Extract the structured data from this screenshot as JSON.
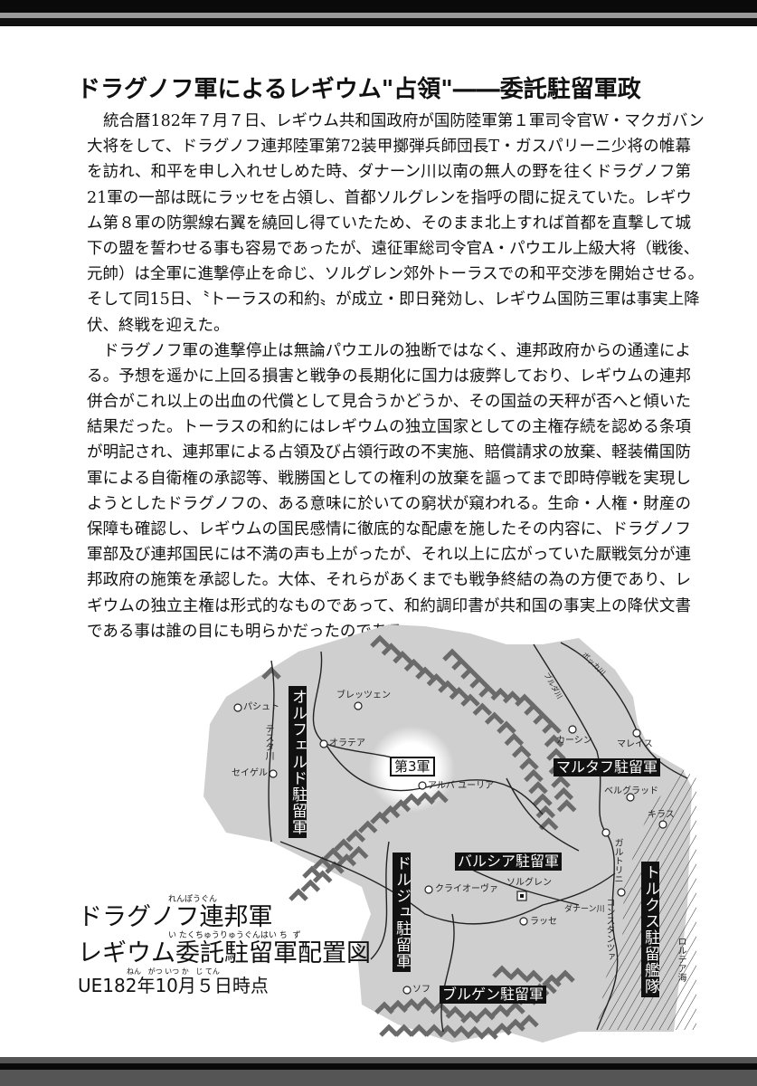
{
  "title": "ドラグノフ軍によるレギウム\"占領\"――委託駐留軍政",
  "body_lines": [
    "統合暦182年７月７日、レギウム共和国政府が国防陸軍第１軍司令官W・マクガバン",
    "大将をして、ドラグノフ連邦陸軍第72装甲擲弾兵師団長T・ガスパリーニ少将の帷幕",
    "を訪れ、和平を申し入れせしめた時、ダナーン川以南の無人の野を往くドラグノフ第",
    "21軍の一部は既にラッセを占領し、首都ソルグレンを指呼の間に捉えていた。レギウ",
    "ム第８軍の防禦線右翼を繞回し得ていたため、そのまま北上すれば首都を直撃して城",
    "下の盟を誓わせる事も容易であったが、遠征軍総司令官A・パウエル上級大将（戦後、",
    "元帥）は全軍に進撃停止を命じ、ソルグレン郊外トーラスでの和平交渉を開始させる。",
    "そして同15日、〝トーラスの和約〟が成立・即日発効し、レギウム国防三軍は事実上降",
    "伏、終戦を迎えた。",
    "ドラグノフ軍の進撃停止は無論パウエルの独断ではなく、連邦政府からの通達によ",
    "る。予想を遥かに上回る損害と戦争の長期化に国力は疲弊しており、レギウムの連邦",
    "併合がこれ以上の出血の代償として見合うかどうか、その国益の天秤が否へと傾いた",
    "結果だった。トーラスの和約にはレギウムの独立国家としての主権存続を認める条項",
    "が明記され、連邦軍による占領及び占領行政の不実施、賠償請求の放棄、軽装備国防",
    "軍による自衛権の承認等、戦勝国としての権利の放棄を謳ってまで即時停戦を実現し",
    "ようとしたドラグノフの、ある意味に於いての窮状が窺われる。生命・人権・財産の",
    "保障も確認し、レギウムの国民感情に徹底的な配慮を施したその内容に、ドラグノフ",
    "軍部及び連邦国民には不満の声も上がったが、それ以上に広がっていた厭戦気分が連",
    "邦政府の施策を承認した。大体、それらがあくまでも戦争終結の為の方便であり、レ",
    "ギウムの独立主権は形式的なものであって、和約調印書が共和国の事実上の降伏文書",
    "である事は誰の目にも明らかだったのである。"
  ],
  "map": {
    "caption": {
      "line1": "ドラグノフ連邦軍",
      "line2": "レギウム委託駐留軍配置図",
      "line3": "UE182年10月５日時点",
      "ruby1": "れんぽうぐん",
      "ruby2": "い たくちゅうりゅうぐんはい ち  ず",
      "ruby3": "ねん   がつ いつ か   じ てん"
    },
    "units": {
      "orfeld": "オルフェルド駐留軍",
      "third_army": "第3軍",
      "maltaf": "マルタフ駐留軍",
      "barsia": "バルシア駐留軍",
      "dolju": "ドルジュ駐留軍",
      "turks": "トルクス駐留艦隊",
      "bulgen": "ブルゲン駐留軍"
    },
    "places": {
      "pashut": "パシュト",
      "testa_river": "テスタ川",
      "seigel": "セイゲル",
      "bretzen": "ブレッツェン",
      "oratea": "オラテア",
      "alba_yulia": "アルバ ユーリア",
      "bokka_river": "ボッカ川",
      "bruda_river": "ブルダ川",
      "kasin": "カーシン",
      "maleis": "マレイス",
      "belgrad": "ベルグラッド",
      "kiras": "キラス",
      "galtrini": "ガルトリニ",
      "craiova": "クライオーヴァ",
      "solgren": "ソルグレン",
      "danan_river": "ダナーン川",
      "lasse": "ラッセ",
      "constanza": "コンスタンツァ",
      "lortea_sea": "ロルテア海",
      "sof": "ソフ"
    }
  }
}
